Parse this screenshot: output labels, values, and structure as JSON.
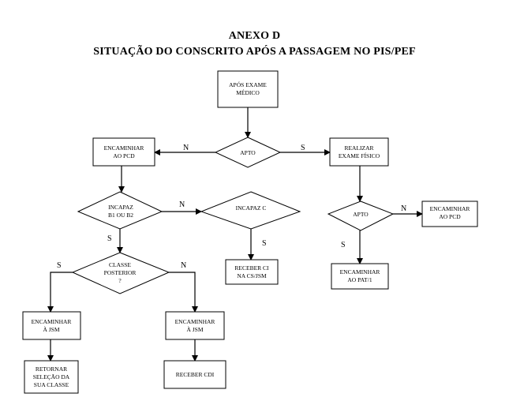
{
  "document": {
    "title": "ANEXO D",
    "subtitle": "SITUAÇÃO DO CONSCRITO APÓS A PASSAGEM NO PIS/PEF"
  },
  "nodes": {
    "apos_exame": [
      "APÓS EXAME",
      "MÉDICO"
    ],
    "apto_main": [
      "APTO"
    ],
    "encaminhar_pcd_left": [
      "ENCAMINHAR",
      "AO PCD"
    ],
    "realizar_exame": [
      "REALIZAR",
      "EXAME FÍSICO"
    ],
    "incapaz_b": [
      "INCAPAZ",
      "B1 OU B2"
    ],
    "incapaz_c": [
      "INCAPAZ C"
    ],
    "apto_right": [
      "APTO"
    ],
    "encaminhar_pcd_right": [
      "ENCAMINHAR",
      "AO PCD"
    ],
    "classe_posterior": [
      "CLASSE",
      "POSTERIOR",
      "?"
    ],
    "receber_ci": [
      "RECEBER CI",
      "NA CS/JSM"
    ],
    "encaminhar_pat": [
      "ENCAMINHAR",
      "AO PAT/1"
    ],
    "encaminhar_jsm_left": [
      "ENCAMINHAR",
      "À JSM"
    ],
    "encaminhar_jsm_right": [
      "ENCAMINHAR",
      "À JSM"
    ],
    "retornar": [
      "RETORNAR",
      "SELEÇÃO DA",
      "SUA CLASSE"
    ],
    "receber_cdi": [
      "RECEBER CDI"
    ]
  },
  "edge_labels": {
    "no": "N",
    "yes": "S"
  }
}
